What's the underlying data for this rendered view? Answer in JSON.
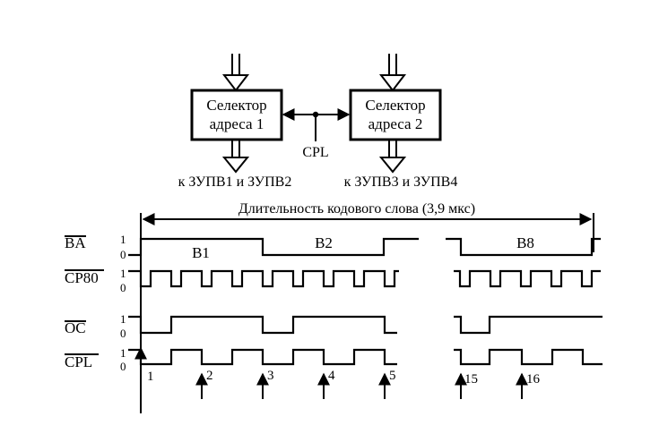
{
  "blocks": {
    "selector1": {
      "line1": "Селектор",
      "line2": "адреса 1"
    },
    "selector2": {
      "line1": "Селектор",
      "line2": "адреса 2"
    }
  },
  "labels": {
    "cpl": "CPL",
    "out1": "к ЗУПВ1 и ЗУПВ2",
    "out2": "к ЗУПВ3 и ЗУПВ4",
    "duration": "Длительность кодового слова (3,9 мкс)"
  },
  "signals": {
    "ba": "BA",
    "cp80": "CP80",
    "oc": "OC",
    "cpl": "CPL"
  },
  "levels": {
    "high": "1",
    "low": "0"
  },
  "ba_words": [
    "B1",
    "B2",
    "B8"
  ],
  "pulse_numbers": [
    "1",
    "2",
    "3",
    "4",
    "5",
    "15",
    "16"
  ]
}
